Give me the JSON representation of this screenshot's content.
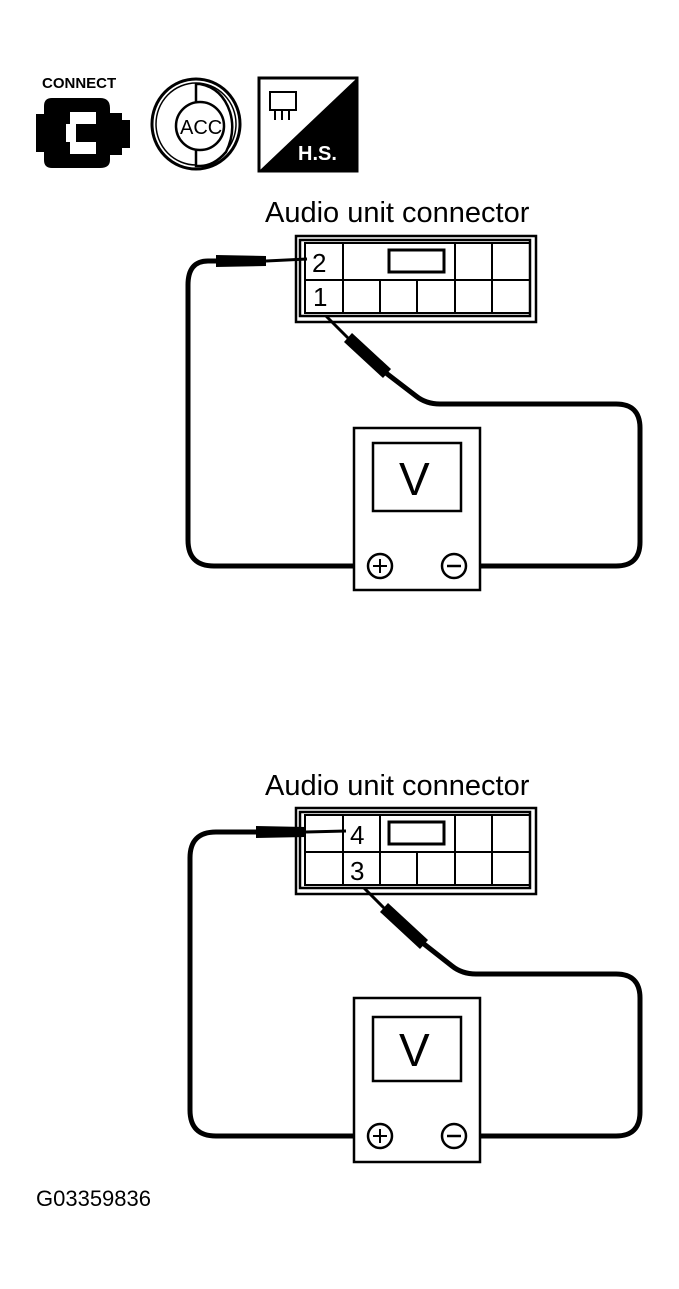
{
  "icons": {
    "connect_label": "CONNECT",
    "acc_label": "ACC",
    "hs_label": "H.S."
  },
  "diagram_top": {
    "title": "Audio unit connector",
    "pin_upper": "2",
    "pin_lower": "1",
    "meter_label": "V",
    "plus_symbol": "+",
    "minus_symbol": "−"
  },
  "diagram_bottom": {
    "title": "Audio unit connector",
    "pin_upper": "4",
    "pin_lower": "3",
    "meter_label": "V",
    "plus_symbol": "+",
    "minus_symbol": "−"
  },
  "figure_id": "G03359836"
}
